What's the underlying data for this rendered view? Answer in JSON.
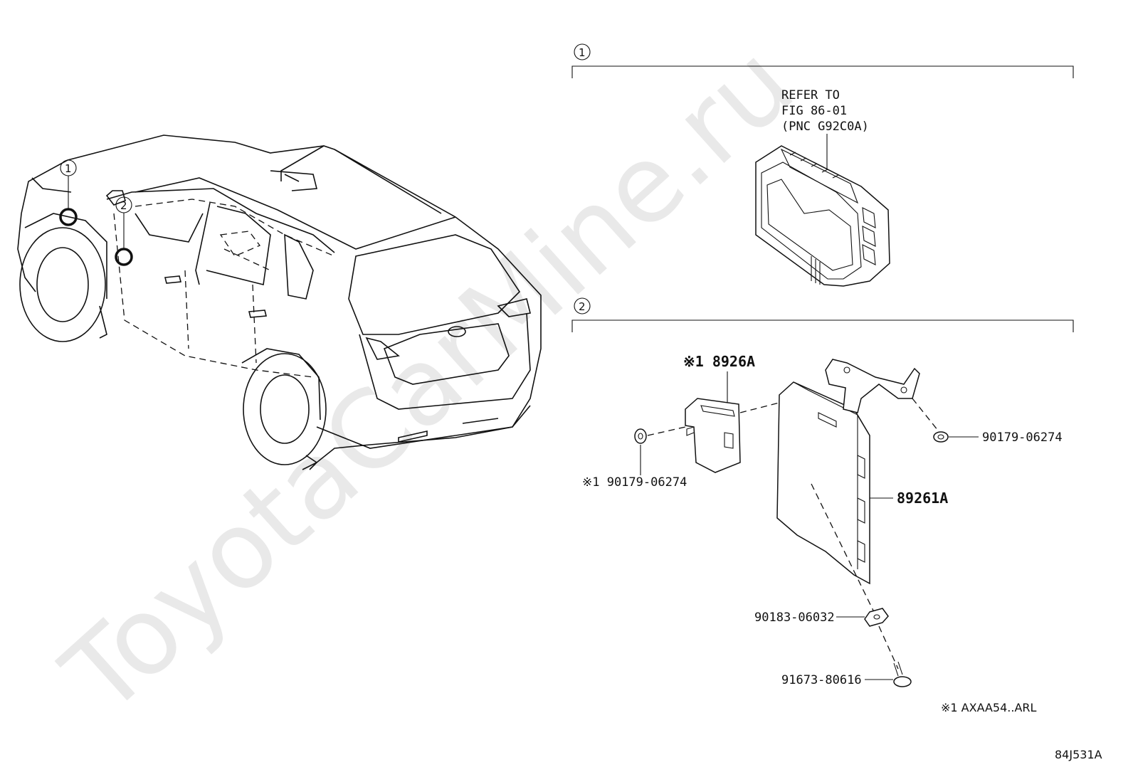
{
  "watermark": "ToyotaCarMine.ru",
  "callouts": {
    "c1": "1",
    "c2": "2"
  },
  "section1": {
    "refer_line1": "REFER TO",
    "refer_line2": "FIG 86-01",
    "refer_line3": "(PNC G92C0A)"
  },
  "section2": {
    "part_8926A": "※1 8926A",
    "part_89261A": "89261A",
    "part_90179_right": "90179-06274",
    "part_90179_left": "※1 90179-06274",
    "part_90183": "90183-06032",
    "part_91673": "91673-80616",
    "note": "※1 AXAA54..ARL"
  },
  "figure_code": "84J531A",
  "colors": {
    "line": "#111111",
    "watermark": "#e9e9e9",
    "background": "#ffffff"
  }
}
